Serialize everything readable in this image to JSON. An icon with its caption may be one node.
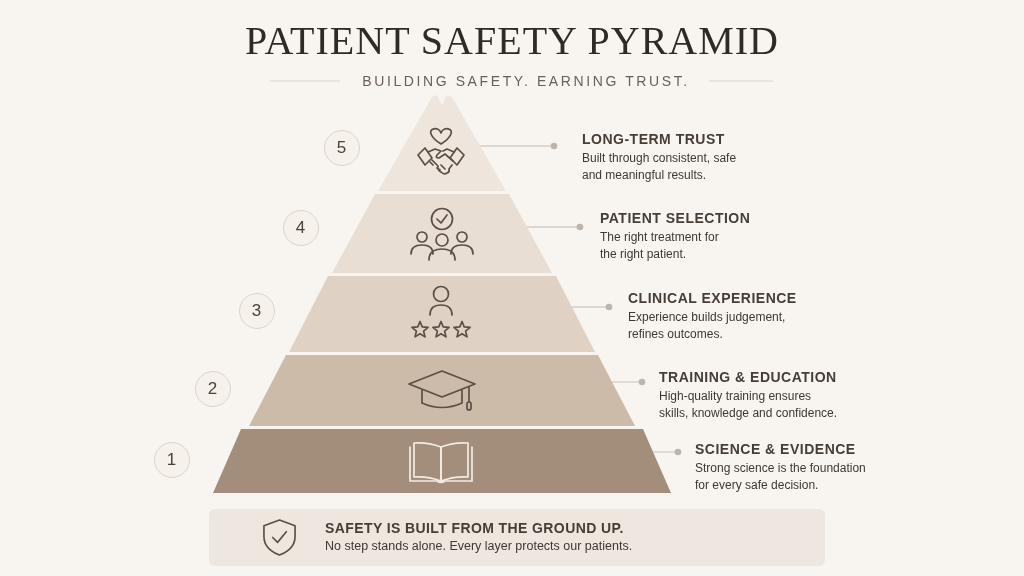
{
  "diagram": {
    "title": "PATIENT SAFETY PYRAMID",
    "nodes": [
      {
        "text": [
          "5"
        ]
      },
      {
        "text": [],
        "shape": "triangle"
      },
      {
        "text": [
          "LONG-TERM TRUST",
          "Built through consistent, safe and meaningful results."
        ]
      },
      {
        "text": [
          "4"
        ]
      },
      {
        "text": [],
        "shape": "trapezoid"
      },
      {
        "text": [
          "PATIENT SELECTION",
          "The right treatment for the right patient."
        ]
      },
      {
        "text": [
          "3"
        ]
      },
      {
        "text": [],
        "shape": "trapezoid"
      },
      {
        "text": [
          "CLINICAL EXPERIENCE",
          "Experience builds judgement, refines outcomes."
        ]
      },
      {
        "text": [
          "2"
        ]
      },
      {
        "text": [],
        "shape": "trapezoid"
      },
      {
        "text": [
          "TRAINING & EDUCATION",
          "High-quality training ensures skills, knowledge and confidence."
        ]
      },
      {
        "text": [
          "1"
        ]
      },
      {
        "text": [],
        "shape": "trapezoid"
      },
      {
        "text": [
          "SCIENCE & EVIDENCE",
          "Strong science is the foundation for every safe decision."
        ]
      },
      {
        "text": [
          "SAFETY IS BUILT FROM THE GROUND UP.",
          "No step stands alone. Every layer protects our patients."
        ]
      }
    ],
    "edges": [
      {
        "from": 1,
        "to": 2,
        "arrow": "other"
      },
      {
        "from": 4,
        "to": 5,
        "arrow": "other"
      },
      {
        "from": 7,
        "to": 8,
        "arrow": "other"
      },
      {
        "from": 10,
        "to": 11,
        "arrow": "other"
      },
      {
        "from": 13,
        "to": 14,
        "arrow": "other"
      }
    ],
    "labels": [
      "BUILDING SAFETY. EARNING TRUST."
    ]
  }
}
